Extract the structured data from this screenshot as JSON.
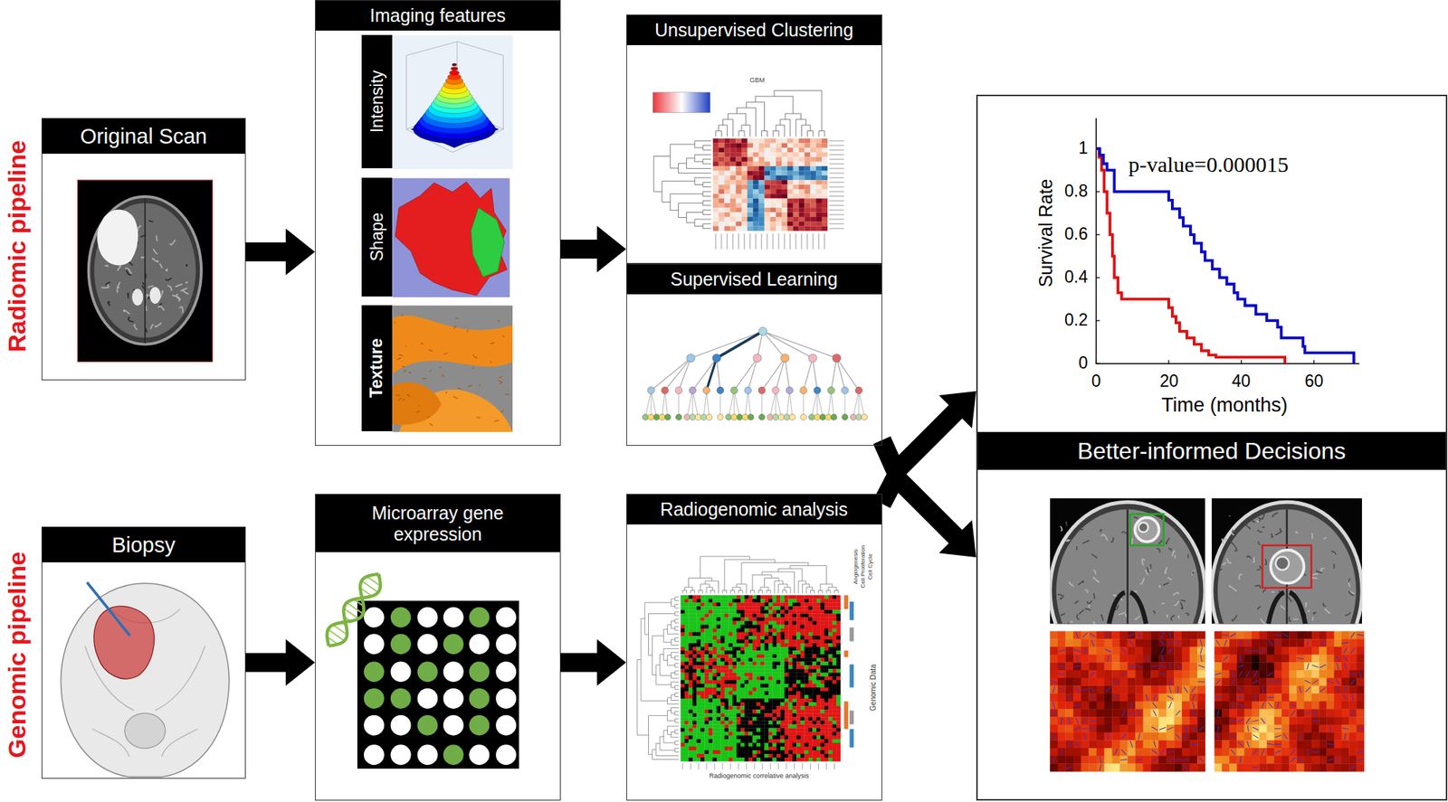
{
  "diagram": {
    "nodes": [
      {
        "text": [
          "Original Scan"
        ]
      },
      {
        "text": [
          "Imaging features"
        ]
      },
      {
        "text": [
          "Intensity"
        ],
        "in": 1
      },
      {
        "text": [
          "Shape"
        ],
        "in": 1
      },
      {
        "text": [
          "Texture"
        ],
        "in": 1
      },
      {
        "text": [
          "Unsupervised Clustering"
        ]
      },
      {
        "text": [
          "Supervised Learning"
        ]
      },
      {
        "text": [
          "Better-informed Decisions"
        ]
      },
      {
        "text": [
          "Biopsy"
        ]
      },
      {
        "text": [
          "Microarray gene expression"
        ]
      },
      {
        "text": [
          "Radiogenomic analysis"
        ]
      }
    ],
    "edges": [
      {
        "from": 0,
        "to": 1,
        "arrow": "to"
      },
      {
        "from": 1,
        "to": 5,
        "arrow": "to"
      },
      {
        "from": 8,
        "to": 9,
        "arrow": "to"
      },
      {
        "from": 9,
        "to": 10,
        "arrow": "to"
      },
      {
        "from": 6,
        "to": 7,
        "arrow": "to"
      },
      {
        "from": 10,
        "to": 7,
        "arrow": "to"
      }
    ],
    "labels": [
      "Radiomic pipeline",
      "Genomic pipeline",
      "GBM",
      "p-value=0.000015",
      "1",
      "0.8",
      "0.6",
      "0.4",
      "0.2",
      "0",
      "0",
      "20",
      "40",
      "60",
      "Survival Rate",
      "Time (months)",
      "Angiogenesis",
      "Cell Proliferation",
      "Cell Cycle",
      "Genomic Data",
      "Radiogenomic correlative analysis"
    ]
  }
}
